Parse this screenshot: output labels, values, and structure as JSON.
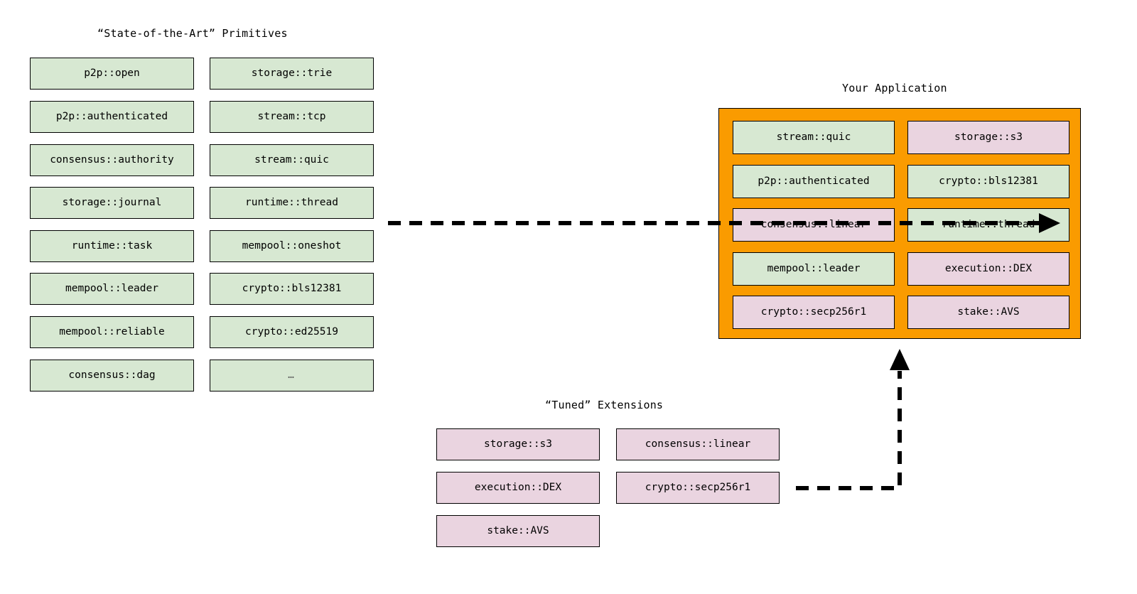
{
  "diagram": {
    "background": "#ffffff",
    "colors": {
      "primitive_fill": "#d7e8d2",
      "extension_fill": "#ead4e0",
      "application_fill": "#fa9b00",
      "border": "#000000",
      "arrow": "#000000"
    }
  },
  "primitives": {
    "title": "“State-of-the-Art” Primitives",
    "column_a": [
      {
        "label": "p2p::open",
        "kind": "primitive"
      },
      {
        "label": "p2p::authenticated",
        "kind": "primitive"
      },
      {
        "label": "consensus::authority",
        "kind": "primitive"
      },
      {
        "label": "storage::journal",
        "kind": "primitive"
      },
      {
        "label": "runtime::task",
        "kind": "primitive"
      },
      {
        "label": "mempool::leader",
        "kind": "primitive"
      },
      {
        "label": "mempool::reliable",
        "kind": "primitive"
      },
      {
        "label": "consensus::dag",
        "kind": "primitive"
      }
    ],
    "column_b": [
      {
        "label": "storage::trie",
        "kind": "primitive"
      },
      {
        "label": "stream::tcp",
        "kind": "primitive"
      },
      {
        "label": "stream::quic",
        "kind": "primitive"
      },
      {
        "label": "runtime::thread",
        "kind": "primitive"
      },
      {
        "label": "mempool::oneshot",
        "kind": "primitive"
      },
      {
        "label": "crypto::bls12381",
        "kind": "primitive"
      },
      {
        "label": "crypto::ed25519",
        "kind": "primitive"
      },
      {
        "label": "…",
        "kind": "ellipsis"
      }
    ]
  },
  "application": {
    "title": "Your Application",
    "column_a": [
      {
        "label": "stream::quic",
        "kind": "primitive"
      },
      {
        "label": "p2p::authenticated",
        "kind": "primitive"
      },
      {
        "label": "consensus::linear",
        "kind": "extension"
      },
      {
        "label": "mempool::leader",
        "kind": "primitive"
      },
      {
        "label": "crypto::secp256r1",
        "kind": "extension"
      }
    ],
    "column_b": [
      {
        "label": "storage::s3",
        "kind": "extension"
      },
      {
        "label": "crypto::bls12381",
        "kind": "primitive"
      },
      {
        "label": "runtime::thread",
        "kind": "primitive"
      },
      {
        "label": "execution::DEX",
        "kind": "extension"
      },
      {
        "label": "stake::AVS",
        "kind": "extension"
      }
    ]
  },
  "extensions": {
    "title": "“Tuned” Extensions",
    "column_a": [
      {
        "label": "storage::s3",
        "kind": "extension"
      },
      {
        "label": "execution::DEX",
        "kind": "extension"
      },
      {
        "label": "stake::AVS",
        "kind": "extension"
      }
    ],
    "column_b": [
      {
        "label": "consensus::linear",
        "kind": "extension"
      },
      {
        "label": "crypto::secp256r1",
        "kind": "extension"
      }
    ]
  },
  "arrows": [
    {
      "name": "primitives-to-application",
      "style": "dashed",
      "direction": "right"
    },
    {
      "name": "extensions-to-application",
      "style": "dashed",
      "direction": "up"
    }
  ]
}
